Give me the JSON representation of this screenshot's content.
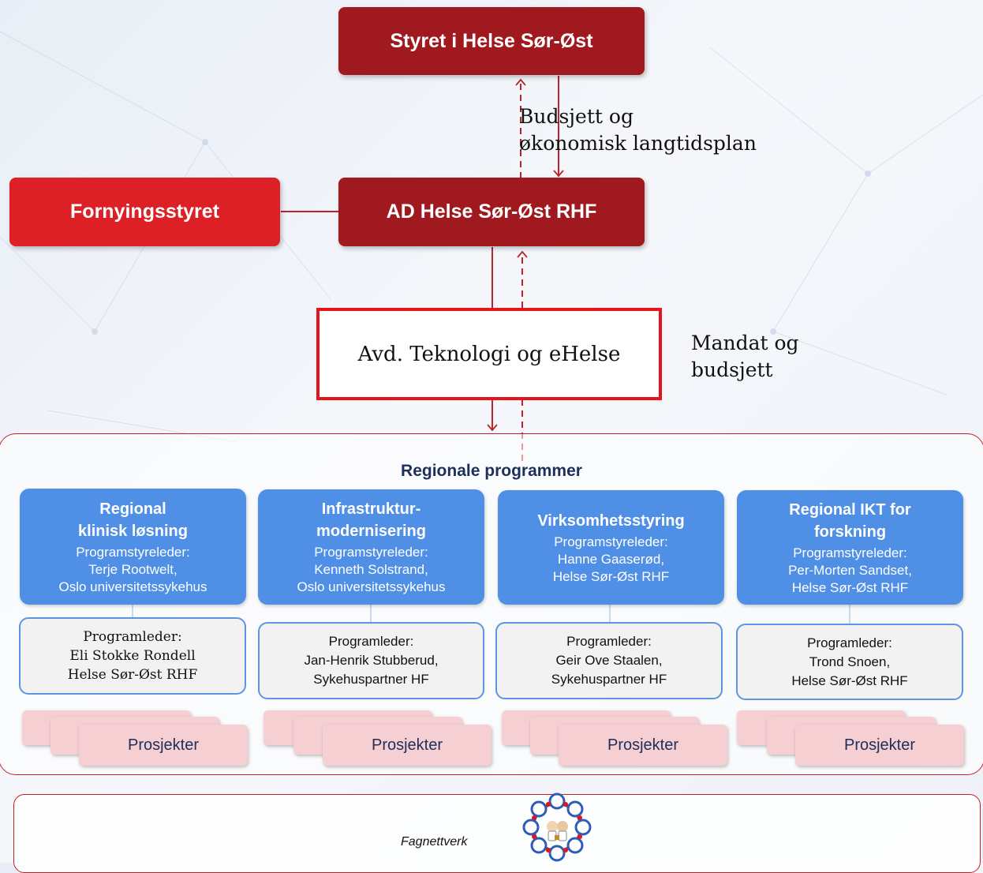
{
  "top": {
    "styret": "Styret i Helse Sør-Øst",
    "ad": "AD Helse Sør-Øst RHF",
    "fornyingsstyret": "Fornyingsstyret",
    "budsjett_line1": "Budsjett og",
    "budsjett_line2": "økonomisk langtidsplan",
    "teknologi": "Avd. Teknologi og eHelse",
    "mandat_line1": "Mandat og",
    "mandat_line2": "budsjett"
  },
  "regional": {
    "title": "Regionale programmer",
    "programs": [
      {
        "name_line1": "Regional",
        "name_line2": "klinisk løsning",
        "styre_title": "Programstyreleder:",
        "styre_name": "Terje Rootwelt,",
        "styre_org": "Oslo universitetssykehus",
        "leader_title": "Programleder:",
        "leader_name": "Eli Stokke Rondell",
        "leader_org": "Helse Sør-Øst RHF",
        "projects": "Prosjekter"
      },
      {
        "name_line1": "Infrastruktur-",
        "name_line2": "modernisering",
        "styre_title": "Programstyreleder:",
        "styre_name": "Kenneth Solstrand,",
        "styre_org": "Oslo universitetssykehus",
        "leader_title": "Programleder:",
        "leader_name": "Jan-Henrik Stubberud,",
        "leader_org": "Sykehuspartner HF",
        "projects": "Prosjekter"
      },
      {
        "name_line1": "Virksomhetsstyring",
        "name_line2": "",
        "styre_title": "Programstyreleder:",
        "styre_name": "Hanne Gaaserød,",
        "styre_org": "Helse Sør-Øst RHF",
        "leader_title": "Programleder:",
        "leader_name": "Geir Ove Staalen,",
        "leader_org": "Sykehuspartner HF",
        "projects": "Prosjekter"
      },
      {
        "name_line1": "Regional IKT for",
        "name_line2": "forskning",
        "styre_title": "Programstyreleder:",
        "styre_name": "Per-Morten Sandset,",
        "styre_org": "Helse Sør-Øst RHF",
        "leader_title": "Programleder:",
        "leader_name": "Trond Snoen,",
        "leader_org": "Helse Sør-Øst RHF",
        "projects": "Prosjekter"
      }
    ]
  },
  "fagnettverk": "Fagnettverk",
  "colors": {
    "dark_red": "#a0191e",
    "red": "#dd1f26",
    "blue": "#4f8fe6",
    "pink": "#f6cfd3",
    "navy_text": "#1d2f5a"
  }
}
